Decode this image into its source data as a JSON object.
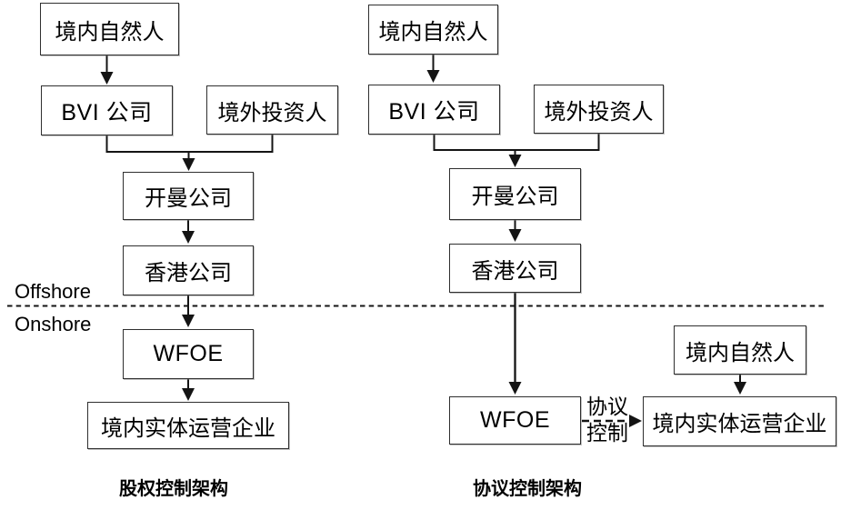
{
  "left_diagram": {
    "caption": "股权控制架构",
    "boxes": {
      "natural_person": "境内自然人",
      "bvi": "BVI 公司",
      "foreign_investor": "境外投资人",
      "cayman": "开曼公司",
      "hongkong": "香港公司",
      "wfoe": "WFOE",
      "operating_company": "境内实体运营企业"
    }
  },
  "right_diagram": {
    "caption": "协议控制架构",
    "boxes": {
      "natural_person": "境内自然人",
      "bvi": "BVI 公司",
      "foreign_investor": "境外投资人",
      "cayman": "开曼公司",
      "hongkong": "香港公司",
      "wfoe": "WFOE",
      "operating_company": "境内实体运营企业",
      "natural_person_lower": "境内自然人"
    },
    "agreement_label": {
      "line1": "协议",
      "line2": "控制"
    }
  },
  "divider": {
    "offshore_label": "Offshore",
    "onshore_label": "Onshore"
  },
  "colors": {
    "background": "#ffffff",
    "line": "#141414",
    "box_border": "#2f2f2f",
    "text": "#000000"
  }
}
